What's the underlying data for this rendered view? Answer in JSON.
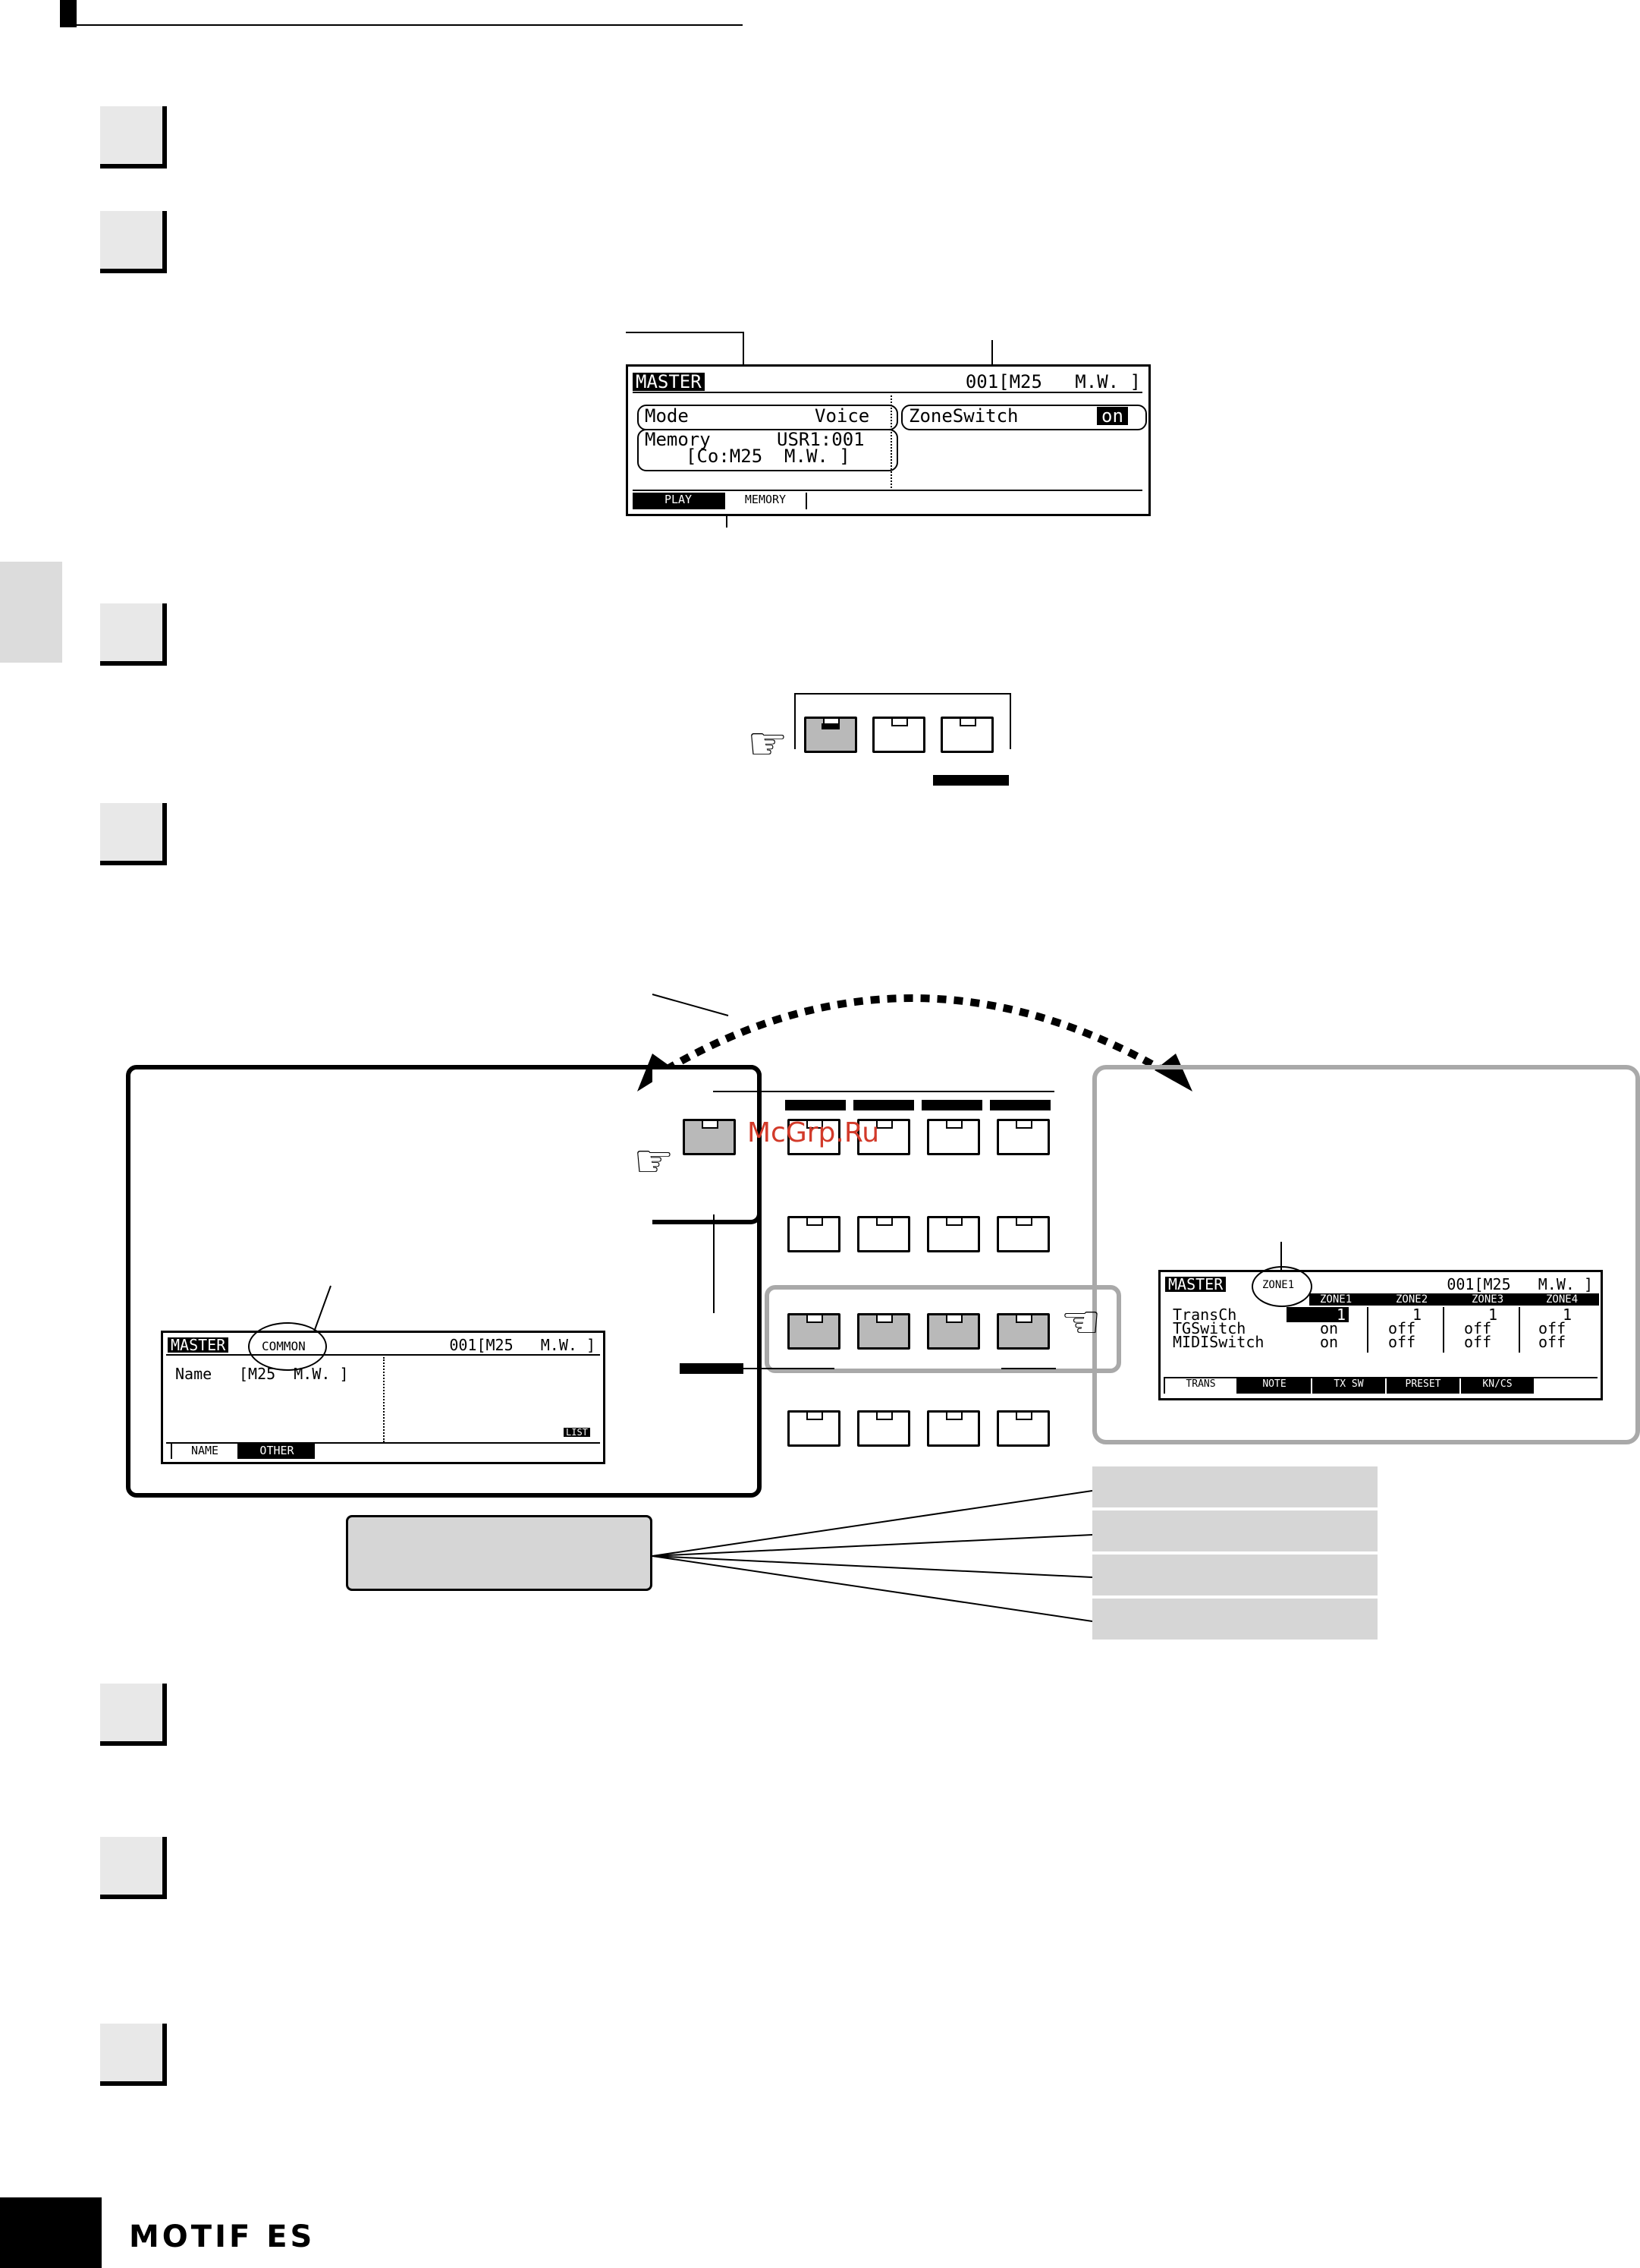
{
  "screen1": {
    "title": "MASTER",
    "header_right": "001[M25   M.W. ]",
    "mode_label": "Mode",
    "mode_value": "Voice",
    "memory_label": "Memory",
    "memory_value": "USR1:001",
    "memory_sub": "[Co:M25  M.W. ]",
    "zone_label": "ZoneSwitch",
    "zone_value": "on",
    "tabs": [
      "PLAY",
      "MEMORY"
    ]
  },
  "screen_common": {
    "title": "MASTER",
    "sub": "COMMON",
    "header_right": "001[M25   M.W. ]",
    "name_label": "Name",
    "name_value": "[M25  M.W. ]",
    "list_tag": "LIST",
    "tabs": [
      "NAME",
      "OTHER"
    ]
  },
  "screen_zone": {
    "title": "MASTER",
    "sub": "ZONE1",
    "header_right": "001[M25   M.W. ]",
    "zones": [
      "ZONE1",
      "ZONE2",
      "ZONE3",
      "ZONE4"
    ],
    "rows": [
      {
        "label": "TransCh",
        "values": [
          "1",
          "1",
          "1",
          "1"
        ]
      },
      {
        "label": "TGSwitch",
        "values": [
          "on",
          "off",
          "off",
          "off"
        ]
      },
      {
        "label": "MIDISwitch",
        "values": [
          "on",
          "off",
          "off",
          "off"
        ]
      }
    ],
    "tabs": [
      "TRANS",
      "NOTE",
      "TX SW",
      "PRESET",
      "KN/CS"
    ]
  },
  "watermark": "McGrp.Ru",
  "footer_logo": "MOTIF ES",
  "icons": [
    "pointing-hand-icon",
    "dashed-arrow-icon"
  ]
}
